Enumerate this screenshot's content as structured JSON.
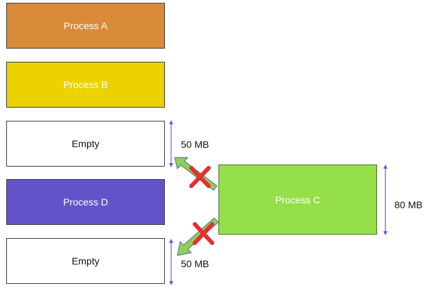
{
  "memory_blocks": [
    {
      "id": "block-a",
      "label": "Process A",
      "fill": "#d98b3a",
      "text_color": "#ffffff"
    },
    {
      "id": "block-b",
      "label": "Process B",
      "fill": "#ecd200",
      "text_color": "#ffffff"
    },
    {
      "id": "block-e1",
      "label": "Empty",
      "fill": "#ffffff",
      "text_color": "#111111"
    },
    {
      "id": "block-d",
      "label": "Process D",
      "fill": "#6253c8",
      "text_color": "#ffffff"
    },
    {
      "id": "block-e2",
      "label": "Empty",
      "fill": "#ffffff",
      "text_color": "#111111"
    }
  ],
  "incoming_process": {
    "label": "Process C",
    "fill": "#95e04a",
    "text_color": "#ffffff"
  },
  "sizes": {
    "top_gap": "50 MB",
    "bottom_gap": "50 MB",
    "process_c": "80 MB"
  },
  "colors": {
    "arrow_fill": "#8fd14f",
    "arrow_stroke": "#5a7fa0",
    "cross": "#e53030",
    "dimension_line": "#6a5acd"
  }
}
